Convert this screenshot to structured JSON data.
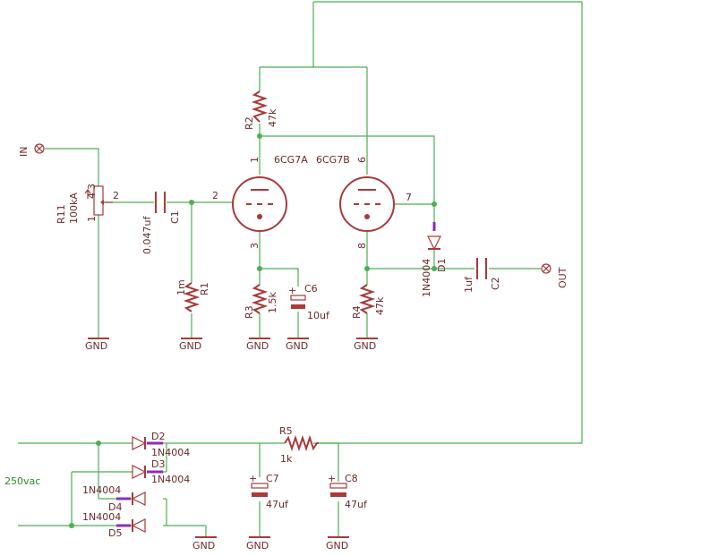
{
  "ports": {
    "in": "IN",
    "out": "OUT"
  },
  "supply_label": "250vac",
  "gnd": "GND",
  "tubes": {
    "a": "6CG7A",
    "b": "6CG7B"
  },
  "pins": {
    "pot1": "1",
    "pot2": "2",
    "pot3": "3",
    "potw": "4",
    "a_plate": "1",
    "a_grid": "2",
    "a_cath": "3",
    "b_plate": "6",
    "b_grid": "7",
    "b_cath": "8",
    "c1_pin": "2"
  },
  "components": {
    "r11": {
      "name": "R11",
      "value": "100kA"
    },
    "c1": {
      "name": "C1",
      "value": "0.047uf"
    },
    "r1": {
      "name": "R1",
      "value": "1m"
    },
    "r2": {
      "name": "R2",
      "value": "47k"
    },
    "r3": {
      "name": "R3",
      "value": "1.5k"
    },
    "c6": {
      "name": "C6",
      "value": "10uf"
    },
    "r4": {
      "name": "R4",
      "value": "47k"
    },
    "d1": {
      "name": "D1",
      "value": "1N4004"
    },
    "c2": {
      "name": "C2",
      "value": "1uf"
    },
    "r5": {
      "name": "R5",
      "value": "1k"
    },
    "c7": {
      "name": "C7",
      "value": "47uf"
    },
    "c8": {
      "name": "C8",
      "value": "47uf"
    },
    "d2": {
      "name": "D2",
      "value": "1N4004"
    },
    "d3": {
      "name": "D3",
      "value": "1N4004"
    },
    "d4": {
      "name": "D4",
      "value": "1N4004"
    },
    "d5": {
      "name": "D5",
      "value": "1N4004"
    }
  }
}
